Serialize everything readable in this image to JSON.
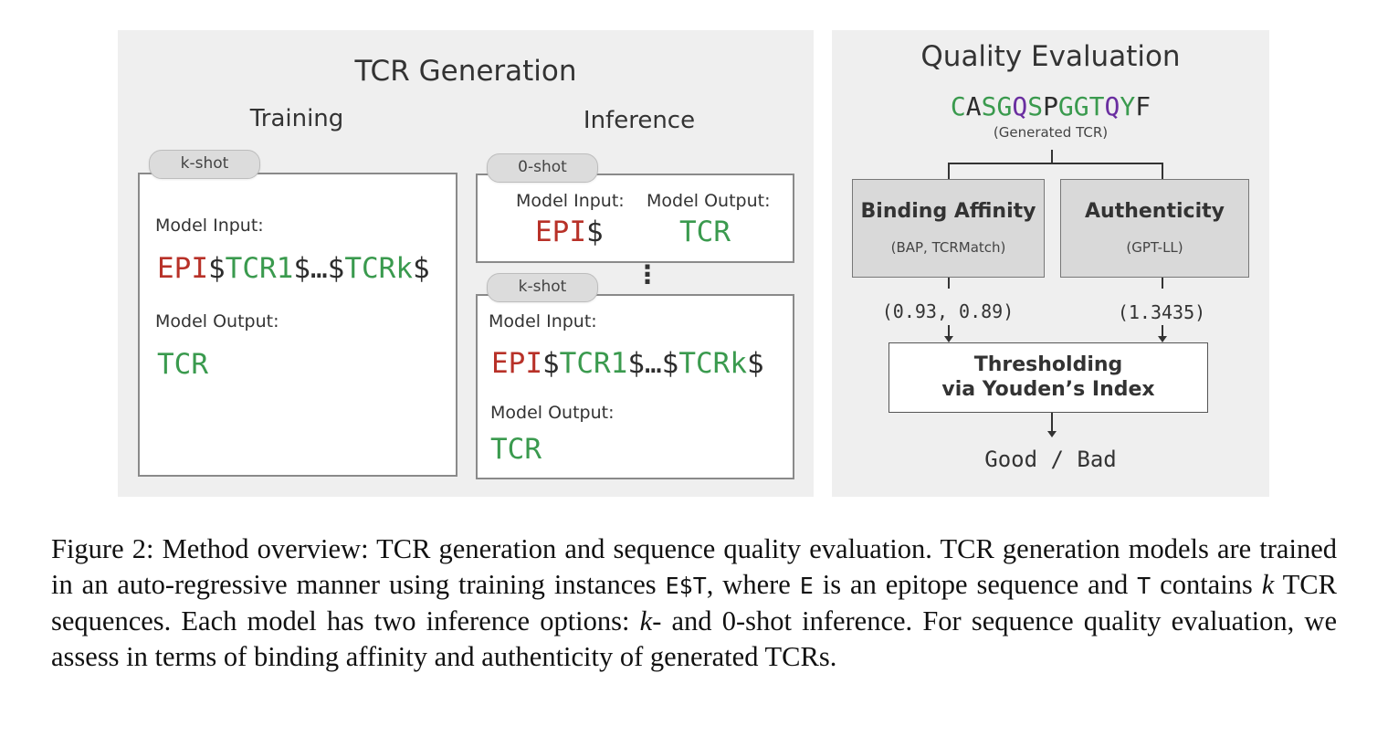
{
  "left_panel": {
    "title": "TCR Generation",
    "training": {
      "heading": "Training",
      "pill": "k-shot",
      "input_label": "Model Input:",
      "input_seq": {
        "epi": "EPI",
        "d1": "$",
        "t1": "TCR1",
        "d2": "$…$",
        "tk": "TCRk",
        "d3": "$"
      },
      "output_label": "Model Output:",
      "output_seq": "TCR"
    },
    "inference": {
      "heading": "Inference",
      "zero_shot": {
        "pill": "0-shot",
        "input_label": "Model Input:",
        "output_label": "Model Output:",
        "input_seq": {
          "epi": "EPI",
          "d1": "$"
        },
        "output_seq": "TCR"
      },
      "ellipsis": "⋮",
      "k_shot": {
        "pill": "k-shot",
        "input_label": "Model Input:",
        "input_seq": {
          "epi": "EPI",
          "d1": "$",
          "t1": "TCR1",
          "d2": "$…$",
          "tk": "TCRk",
          "d3": "$"
        },
        "output_label": "Model Output:",
        "output_seq": "TCR"
      }
    }
  },
  "right_panel": {
    "title": "Quality Evaluation",
    "generated_seq_letters": [
      "C",
      "A",
      "S",
      "G",
      "Q",
      "S",
      "P",
      "G",
      "G",
      "T",
      "Q",
      "Y",
      "F"
    ],
    "generated_seq_colors": [
      "#3a9a4e",
      "#2d2d2d",
      "#3a9a4e",
      "#3a9a4e",
      "#6a2ea0",
      "#3a9a4e",
      "#2d2d2d",
      "#3a9a4e",
      "#3a9a4e",
      "#3a9a4e",
      "#6a2ea0",
      "#3a9a4e",
      "#2d2d2d"
    ],
    "generated_label": "(Generated TCR)",
    "binding": {
      "title": "Binding Affinity",
      "sub": "(BAP, TCRMatch)",
      "score": "(0.93, 0.89)"
    },
    "authenticity": {
      "title": "Authenticity",
      "sub": "(GPT-LL)",
      "score": "(1.3435)"
    },
    "threshold": {
      "line1": "Thresholding",
      "line2": "via Youden’s Index"
    },
    "result": "Good / Bad"
  },
  "caption": {
    "fig": "Figure 2: Method overview: TCR generation and sequence quality evaluation. TCR generation models are trained in an auto-regressive manner using training instances ",
    "code1": "E$T",
    "mid1": ", where ",
    "code2": "E",
    "mid2": " is an epitope sequence and ",
    "code3": "T",
    "mid3": " contains ",
    "k1": "k",
    "mid4": " TCR sequences. Each model has two inference options: ",
    "k2": "k",
    "end": "- and 0-shot inference. For sequence quality evaluation, we assess in terms of binding affinity and authenticity of generated TCRs."
  }
}
